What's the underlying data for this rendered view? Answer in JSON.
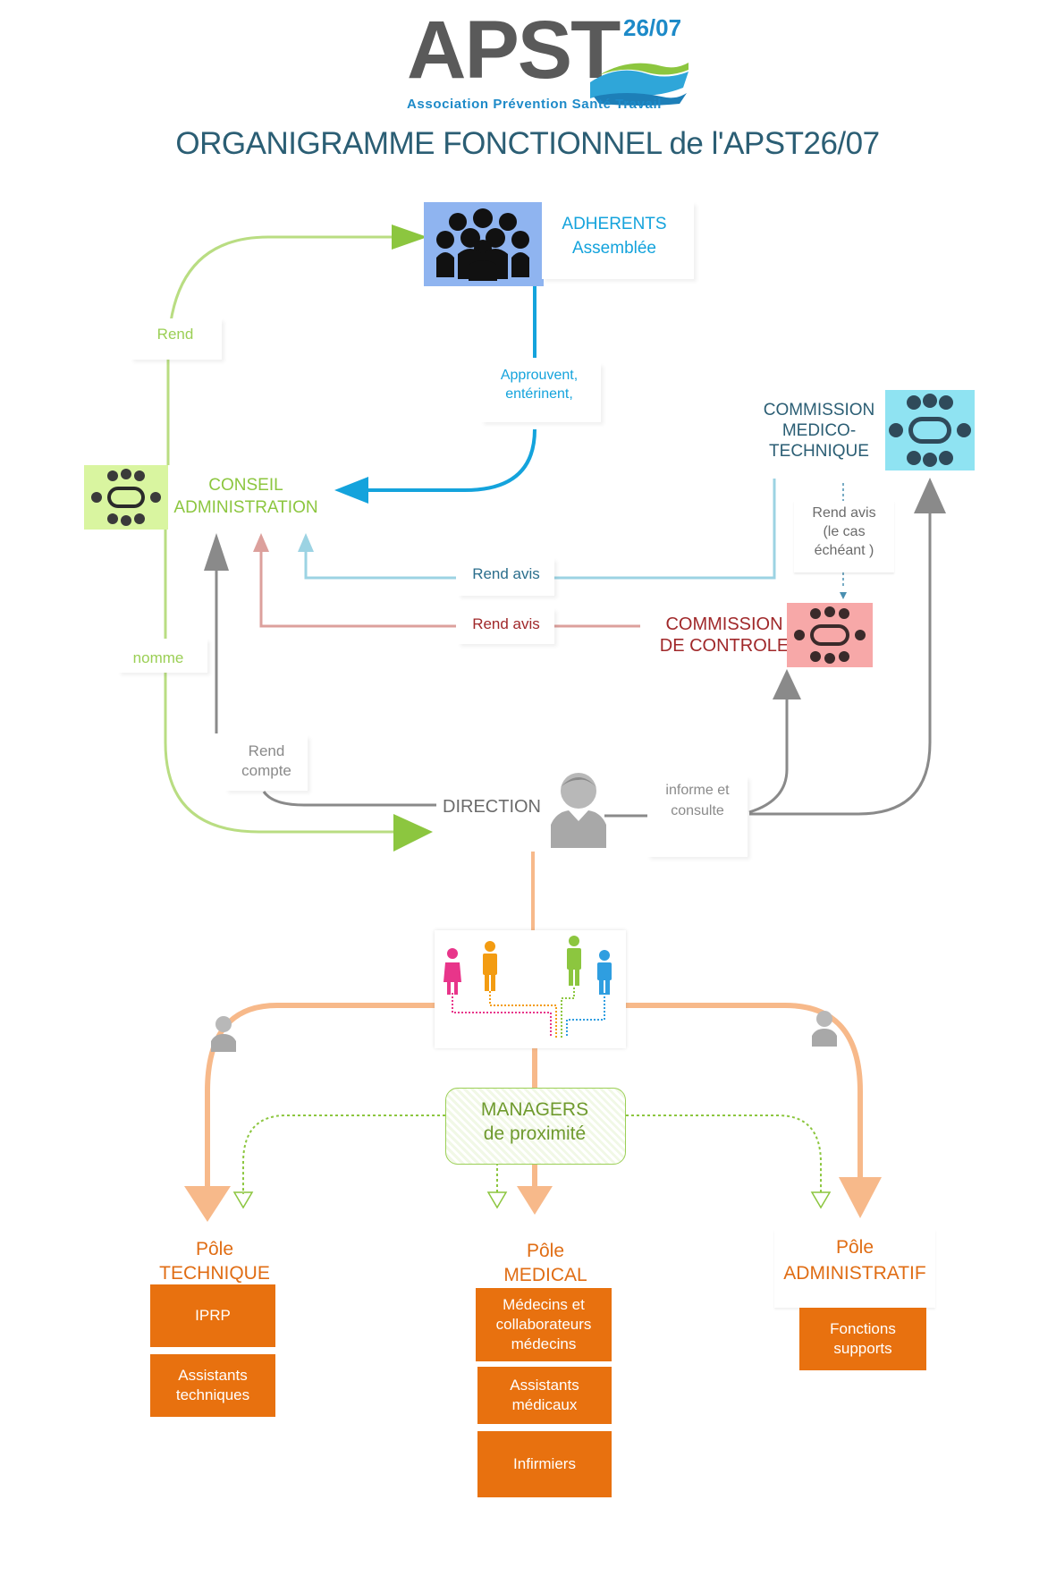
{
  "logo": {
    "name": "APST",
    "number": "26/07",
    "tagline": "Association Prévention Santé Travail"
  },
  "title": "ORGANIGRAMME FONCTIONNEL de l'APST26/07",
  "nodes": {
    "adherents": {
      "line1": "ADHERENTS",
      "line2": "Assemblée",
      "icon": "crowd-icon",
      "color": "#8fb4f0"
    },
    "conseil": {
      "line1": "CONSEIL",
      "line2": "ADMINISTRATION",
      "icon": "meeting-table-icon",
      "color": "#d9f5a0"
    },
    "commission_medico": {
      "line1": "COMMISSION",
      "line2": "MEDICO-",
      "line3": "TECHNIQUE",
      "icon": "meeting-table-icon",
      "color": "#8fe3f2"
    },
    "commission_controle": {
      "line1": "COMMISSION",
      "line2": "DE CONTROLE",
      "icon": "meeting-table-icon",
      "color": "#f7a8a8"
    },
    "direction": {
      "label": "DIRECTION",
      "icon": "person-icon"
    },
    "managers": {
      "line1": "MANAGERS",
      "line2": "de proximité"
    }
  },
  "edges": {
    "rend": "Rend",
    "approuvent_1": "Approuvent,",
    "approuvent_2": "entérinent,",
    "nomme": "nomme",
    "rend_compte_1": "Rend",
    "rend_compte_2": "compte",
    "rend_avis_medico": "Rend avis",
    "rend_avis_controle": "Rend avis",
    "rend_avis_cas_1": "Rend avis",
    "rend_avis_cas_2": "(le cas",
    "rend_avis_cas_3": "échéant )",
    "informe_1": "informe et",
    "informe_2": "consulte"
  },
  "poles": {
    "technique": {
      "line1": "Pôle",
      "line2": "TECHNIQUE",
      "boxes": [
        "IPRP",
        "Assistants techniques"
      ]
    },
    "medical": {
      "line1": "Pôle",
      "line2": "MEDICAL",
      "boxes": [
        "Médecins et collaborateurs médecins",
        "Assistants médicaux",
        "Infirmiers"
      ]
    },
    "administratif": {
      "line1": "Pôle",
      "line2": "ADMINISTRATIF",
      "boxes": [
        "Fonctions supports"
      ]
    }
  },
  "colors": {
    "green": "#8cc63f",
    "blue": "#14a3dc",
    "light_blue": "#9cd3e3",
    "red": "#d98b87",
    "gray": "#8a8a8a",
    "orange_line": "#f7b98a",
    "orange_box": "#e8710f",
    "title": "#2b5e74"
  }
}
